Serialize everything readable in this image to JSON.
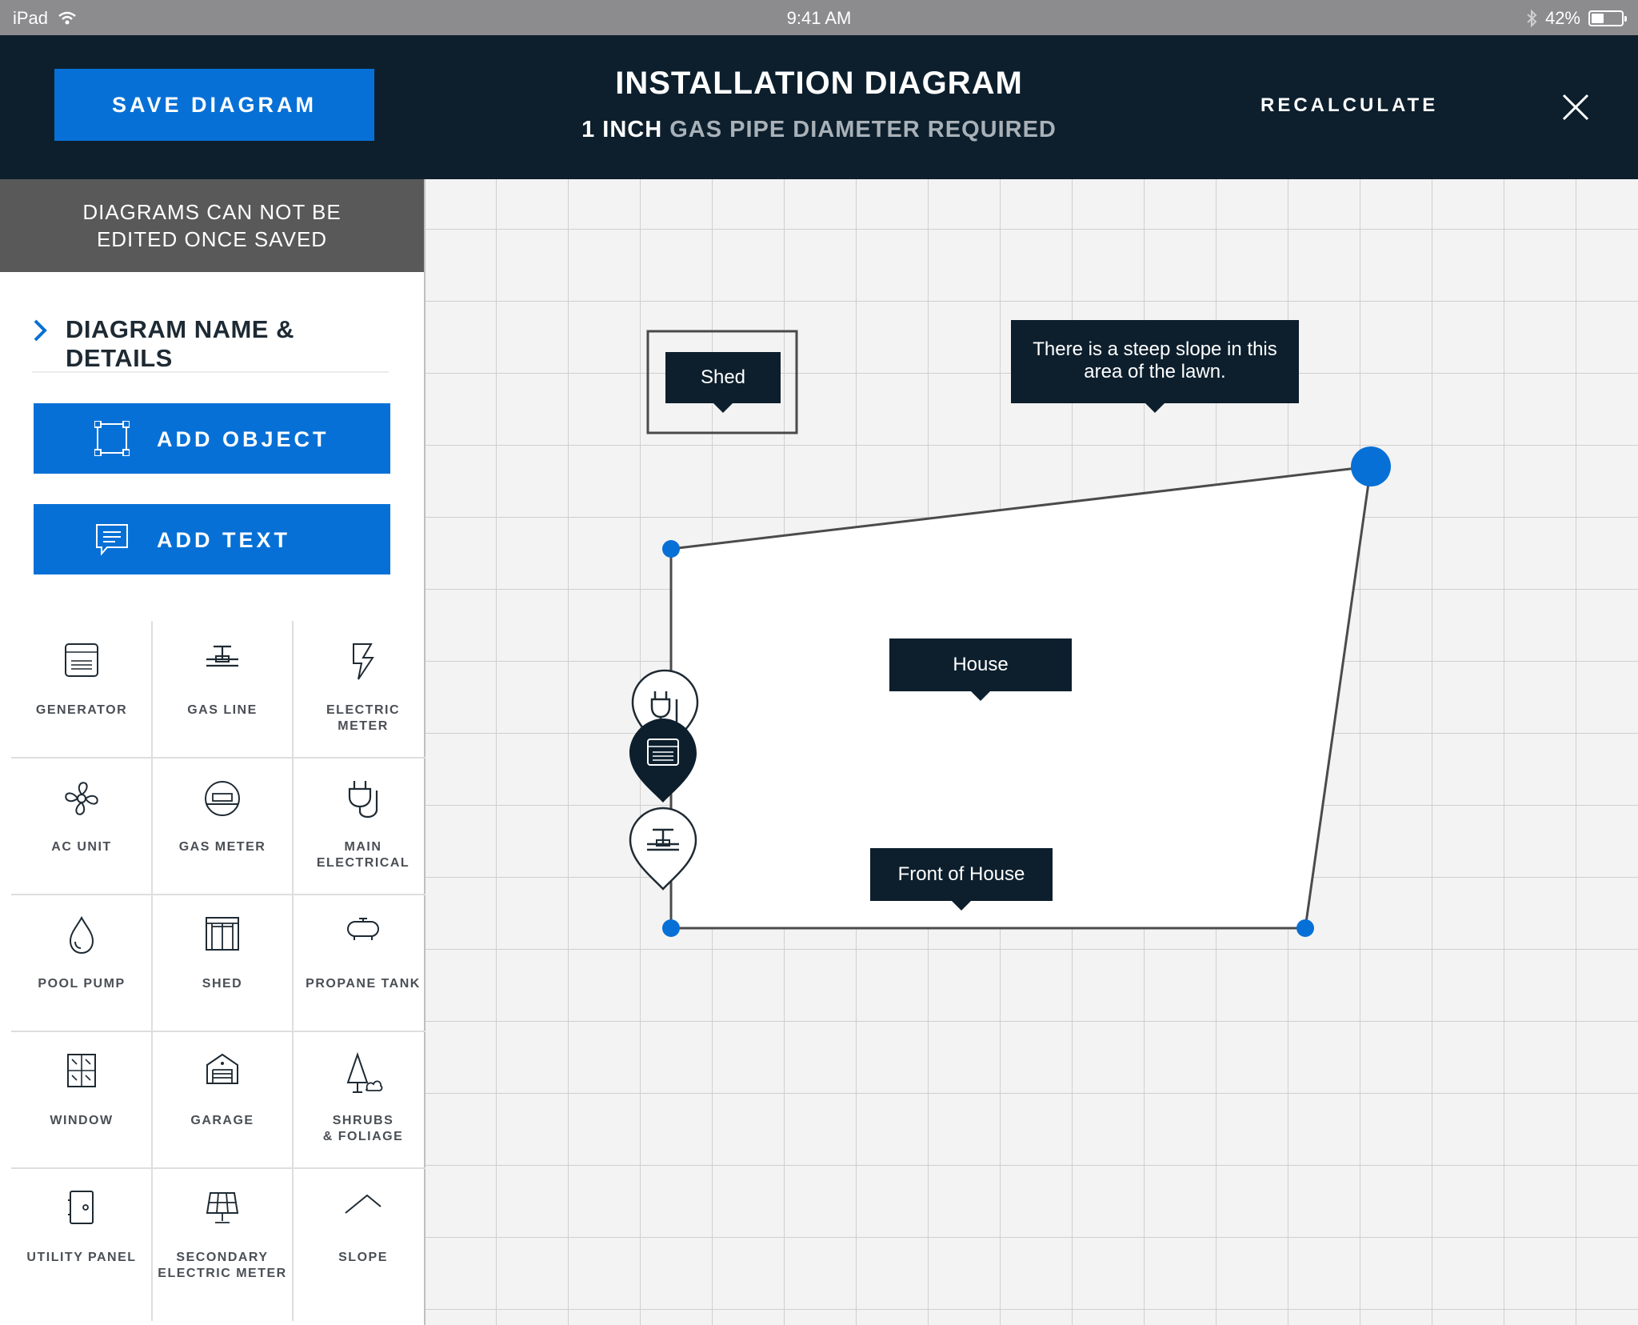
{
  "status_bar": {
    "device": "iPad",
    "time": "9:41 AM",
    "battery": "42%",
    "battery_level": 0.42
  },
  "header": {
    "save_label": "SAVE DIAGRAM",
    "title": "INSTALLATION DIAGRAM",
    "subtitle_strong": "1 INCH",
    "subtitle_rest": "GAS PIPE DIAMETER REQUIRED",
    "recalculate_label": "RECALCULATE",
    "close_icon": "close-icon"
  },
  "sidebar": {
    "warning_line1": "DIAGRAMS CAN NOT BE",
    "warning_line2": "EDITED ONCE SAVED",
    "details_label": "DIAGRAM NAME & DETAILS",
    "add_object_label": "ADD OBJECT",
    "add_text_label": "ADD TEXT",
    "palette": [
      {
        "label1": "GENERATOR",
        "label2": "",
        "icon": "generator-icon"
      },
      {
        "label1": "GAS LINE",
        "label2": "",
        "icon": "gas-line-icon"
      },
      {
        "label1": "ELECTRIC",
        "label2": "METER",
        "icon": "electric-meter-icon"
      },
      {
        "label1": "AC UNIT",
        "label2": "",
        "icon": "ac-unit-icon"
      },
      {
        "label1": "GAS METER",
        "label2": "",
        "icon": "gas-meter-icon"
      },
      {
        "label1": "MAIN",
        "label2": "ELECTRICAL",
        "icon": "main-electrical-icon"
      },
      {
        "label1": "POOL PUMP",
        "label2": "",
        "icon": "pool-pump-icon"
      },
      {
        "label1": "SHED",
        "label2": "",
        "icon": "shed-icon"
      },
      {
        "label1": "PROPANE TANK",
        "label2": "",
        "icon": "propane-tank-icon"
      },
      {
        "label1": "WINDOW",
        "label2": "",
        "icon": "window-icon"
      },
      {
        "label1": "GARAGE",
        "label2": "",
        "icon": "garage-icon"
      },
      {
        "label1": "SHRUBS",
        "label2": "& FOLIAGE",
        "icon": "shrubs-icon"
      },
      {
        "label1": "UTILITY PANEL",
        "label2": "",
        "icon": "utility-panel-icon"
      },
      {
        "label1": "SECONDARY",
        "label2": "ELECTRIC METER",
        "icon": "secondary-meter-icon"
      },
      {
        "label1": "SLOPE",
        "label2": "",
        "icon": "slope-icon"
      }
    ]
  },
  "canvas": {
    "labels": {
      "shed": "Shed",
      "note_line1": "There is a steep slope in this",
      "note_line2": "area of the lawn.",
      "house": "House",
      "front": "Front of House"
    },
    "colors": {
      "accent": "#0770d6",
      "dark": "#0d1f2d"
    }
  }
}
